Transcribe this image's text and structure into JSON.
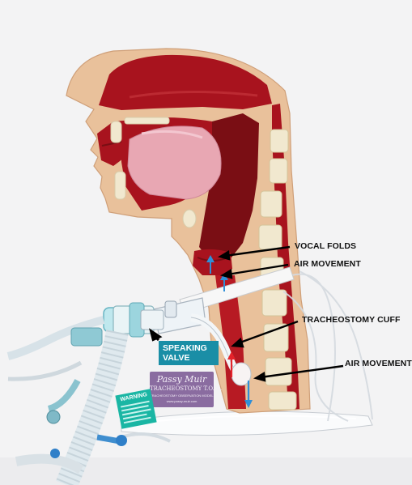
{
  "labels": {
    "vocal_folds": "VOCAL FOLDS",
    "air_movement_upper": "AIR MOVEMENT",
    "trach_cuff": "TRACHEOSTOMY CUFF",
    "air_movement_lower": "AIR MOVEMENT",
    "valve_line1": "SPEAKING",
    "valve_line2": "VALVE"
  },
  "plaque": {
    "brand": "Passy Muir",
    "model": "TRACHEOSTOMY T.O.M.",
    "line1": "TRACHEOSTOMY OBSERVATION MODEL",
    "line2": "www.passy-muir.com"
  },
  "warning_tag": {
    "title": "WARNING"
  },
  "colors": {
    "background": "#f3f3f4",
    "flesh": "#e9c19b",
    "tissue_red": "#a8131e",
    "dark_red": "#7a0e14",
    "tongue_pink": "#e8a7b3",
    "bone": "#f1e8cf",
    "valve_label_bg": "#1a8ea6",
    "arrow_blue": "#2f8fd8",
    "arrow_red": "#e4232b",
    "plaque_purple": "#8a6ca0",
    "warning_teal": "#1ab6a4"
  }
}
